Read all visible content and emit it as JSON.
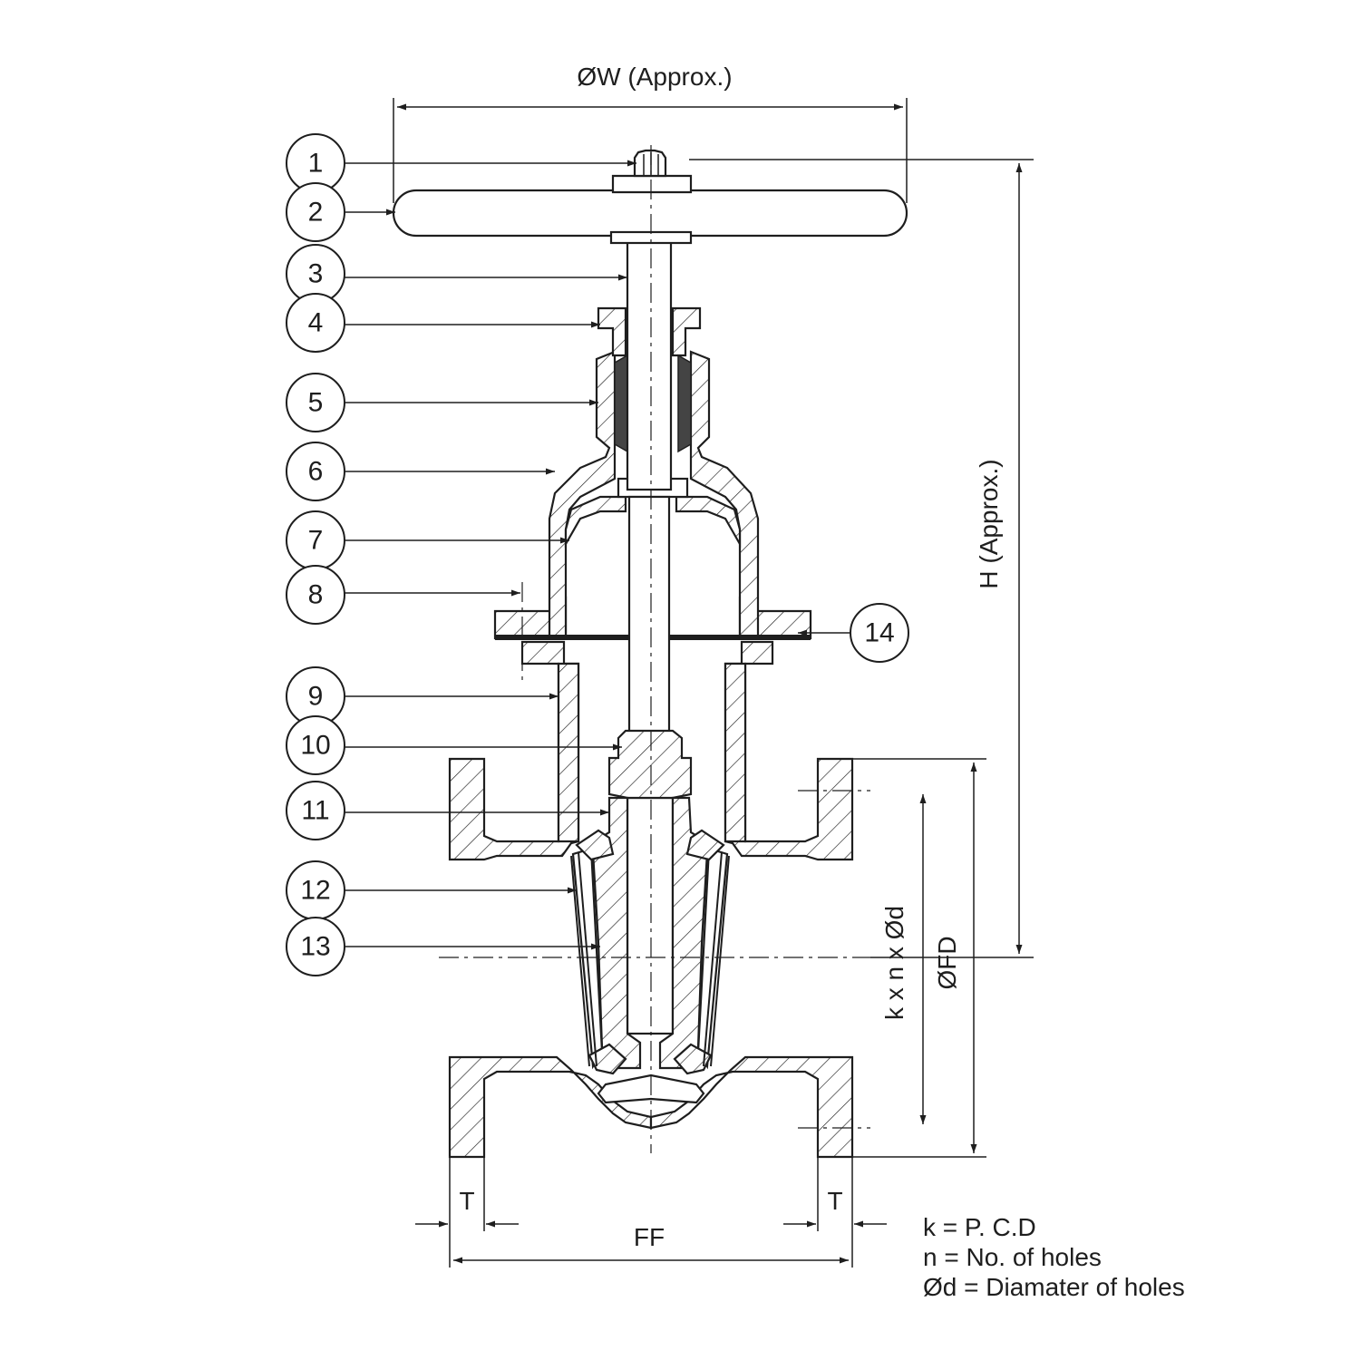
{
  "dimensions": {
    "handwheel_diameter": "ØW (Approx.)",
    "height": "H (Approx.)",
    "flange_diameter": "ØFD",
    "bolt_holes": "k x n x Ød",
    "face_to_face": "FF",
    "flange_thickness_left": "T",
    "flange_thickness_right": "T"
  },
  "callouts": [
    "1",
    "2",
    "3",
    "4",
    "5",
    "6",
    "7",
    "8",
    "9",
    "10",
    "11",
    "12",
    "13",
    "14"
  ],
  "legend": [
    "k = P. C.D",
    "n = No. of holes",
    "Ød = Diamater of holes"
  ]
}
